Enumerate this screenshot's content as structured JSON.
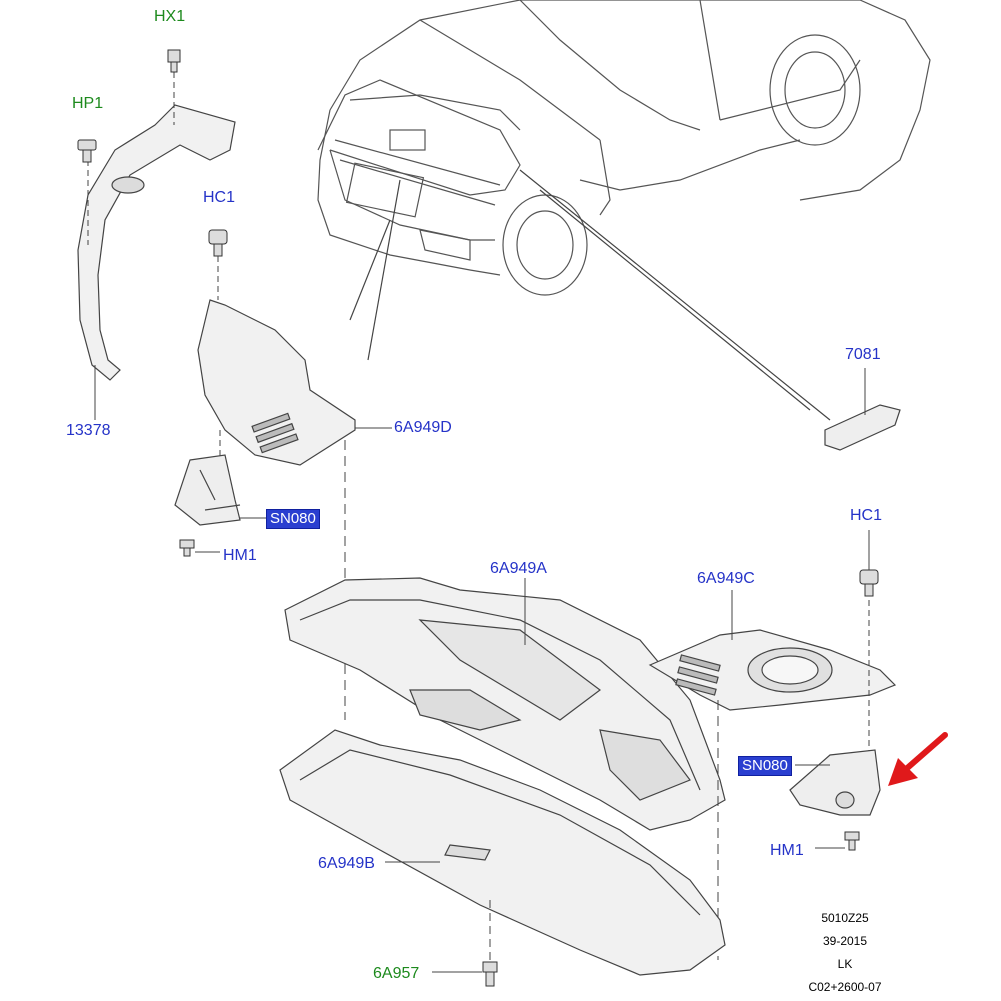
{
  "labels": {
    "hx1": "HX1",
    "hp1": "HP1",
    "hc1_left": "HC1",
    "hc1_right": "HC1",
    "part_13378": "13378",
    "part_6a949d": "6A949D",
    "sn080_left": "SN080",
    "sn080_right": "SN080",
    "hm1_left": "HM1",
    "hm1_right": "HM1",
    "part_7081": "7081",
    "part_6a949a": "6A949A",
    "part_6a949c": "6A949C",
    "part_6a949b": "6A949B",
    "part_6a957": "6A957"
  },
  "doc_info": {
    "line1": "5010Z25",
    "line2": "39-2015",
    "line3": "LK",
    "line4": "C02+2600-07"
  },
  "colors": {
    "label_blue": "#2533c8",
    "label_green": "#1d8a1d",
    "box_fill": "#2a3fd0",
    "arrow_red": "#e0191b",
    "line": "#333333"
  }
}
